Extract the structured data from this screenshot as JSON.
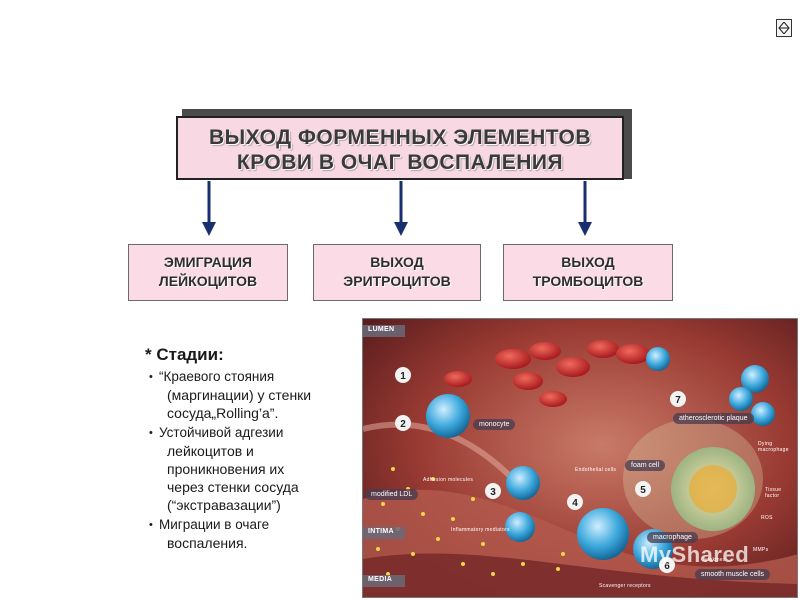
{
  "title": {
    "line1": "ВЫХОД  ФОРМЕННЫХ  ЭЛЕМЕНТОВ",
    "line2": "КРОВИ В  ОЧАГ  ВОСПАЛЕНИЯ"
  },
  "boxes": [
    {
      "line1": "ЭМИГРАЦИЯ",
      "line2": "ЛЕЙКОЦИТОВ"
    },
    {
      "line1": "ВЫХОД",
      "line2": "ЭРИТРОЦИТОВ"
    },
    {
      "line1": "ВЫХОД",
      "line2": "ТРОМБОЦИТОВ"
    }
  ],
  "stages": {
    "heading": "* Стадии:",
    "items": [
      {
        "lines": [
          "“Краевого стояния",
          "(маргинации) у стенки",
          "сосуда„Rolling’a”."
        ]
      },
      {
        "lines": [
          "Устойчивой адгезии",
          "лейкоцитов и",
          "проникновения их",
          "через стенки сосуда",
          "(“экстравазации”)"
        ]
      },
      {
        "lines": [
          "Миграции в очаге",
          "воспаления."
        ]
      }
    ]
  },
  "illustration": {
    "layers": [
      "LUMEN",
      "INTIMA",
      "MEDIA"
    ],
    "numbers": [
      "1",
      "2",
      "3",
      "4",
      "5",
      "6",
      "7"
    ],
    "tags": {
      "monocyte": "monocyte",
      "atherosclerotic_plaque": "atherosclerotic plaque",
      "foam_cell": "foam cell",
      "modified_ldl": "modified LDL",
      "macrophage": "macrophage",
      "smooth_muscle": "smooth muscle cells"
    },
    "small_labels": {
      "adhesion": "Adhesion molecules",
      "endothelial": "Endothelial cells",
      "inflammatory": "Inflammatory mediators",
      "dying": "Dying macrophage",
      "tissue_factor": "Tissue factor",
      "ros": "ROS",
      "mmps": "MMPs",
      "cytokines": "Cytokines",
      "scavenger": "Scavenger receptors"
    }
  },
  "watermark": "MyShared",
  "colors": {
    "title_bg": "#f8d8e3",
    "box_bg": "#fadbe6",
    "arrow": "#1a2f6e"
  }
}
